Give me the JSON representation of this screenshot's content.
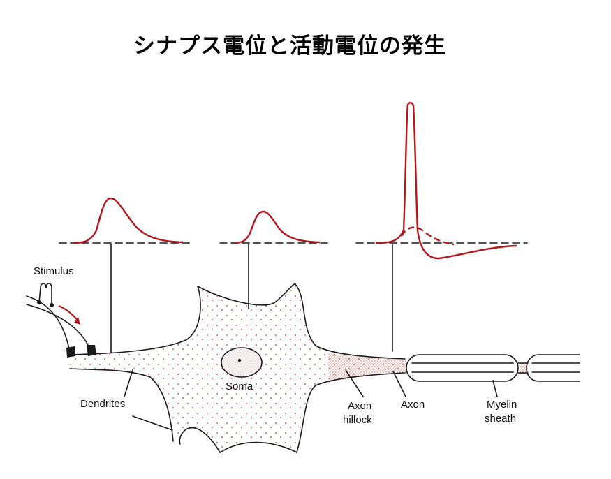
{
  "title": "シナプス電位と活動電位の発生",
  "colors": {
    "trace": "#b3161b",
    "ink": "#1a1a1a",
    "stipple": "#c0392b"
  },
  "labels": {
    "stimulus": "Stimulus",
    "soma": "Soma",
    "dendrites": "Dendrites",
    "axon_hillock_line1": "Axon",
    "axon_hillock_line2": "hillock",
    "axon": "Axon",
    "myelin_line1": "Myelin",
    "myelin_line2": "sheath"
  }
}
